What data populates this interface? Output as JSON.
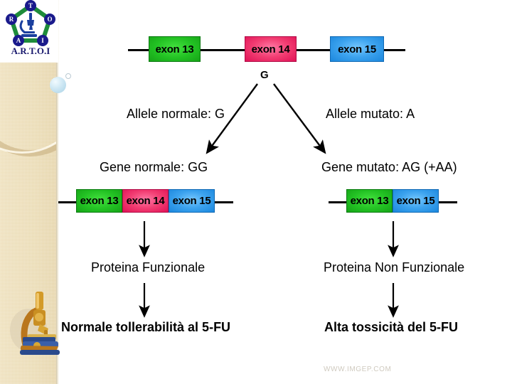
{
  "slide": {
    "footer_text": "WWW.IMGEP.COM",
    "background": "#ffffff"
  },
  "sidebar": {
    "band_color": "#e8d7ab",
    "logo": {
      "caption": "A.R.T.O.I",
      "letters": [
        "T",
        "O",
        "I",
        "A",
        "R"
      ],
      "icon": "microscope-icon",
      "ring_color": "#1e8c3a",
      "letter_badge_color": "#1a1a8c"
    },
    "microscope": {
      "icon": "microscope-illustration",
      "body_color": "#c8901f",
      "base_color": "#2a4a8c"
    },
    "sphere": {
      "color": "#cfe8f4"
    }
  },
  "diagram": {
    "top_gene": {
      "exons": [
        {
          "label": "exon 13",
          "color": "#22c123",
          "variant": "green"
        },
        {
          "label": "exon 14",
          "color": "#f23d72",
          "variant": "pink"
        },
        {
          "label": "exon 15",
          "color": "#3ba2ee",
          "variant": "blue"
        }
      ],
      "snp_label": "G"
    },
    "branches": [
      {
        "allele": "Allele normale: G",
        "gene": "Gene normale: GG",
        "exons": [
          {
            "label": "exon 13",
            "color": "#22c123",
            "variant": "green"
          },
          {
            "label": "exon 14",
            "color": "#f23d72",
            "variant": "pink"
          },
          {
            "label": "exon 15",
            "color": "#3ba2ee",
            "variant": "blue"
          }
        ],
        "protein": "Proteina Funzionale",
        "outcome": "Normale tollerabilità al 5-FU"
      },
      {
        "allele": "Allele mutato: A",
        "gene": "Gene mutato: AG (+AA)",
        "exons": [
          {
            "label": "exon 13",
            "color": "#22c123",
            "variant": "green"
          },
          {
            "label": "exon 15",
            "color": "#3ba2ee",
            "variant": "blue"
          }
        ],
        "protein": "Proteina Non Funzionale",
        "outcome": "Alta tossicità del 5-FU"
      }
    ]
  }
}
